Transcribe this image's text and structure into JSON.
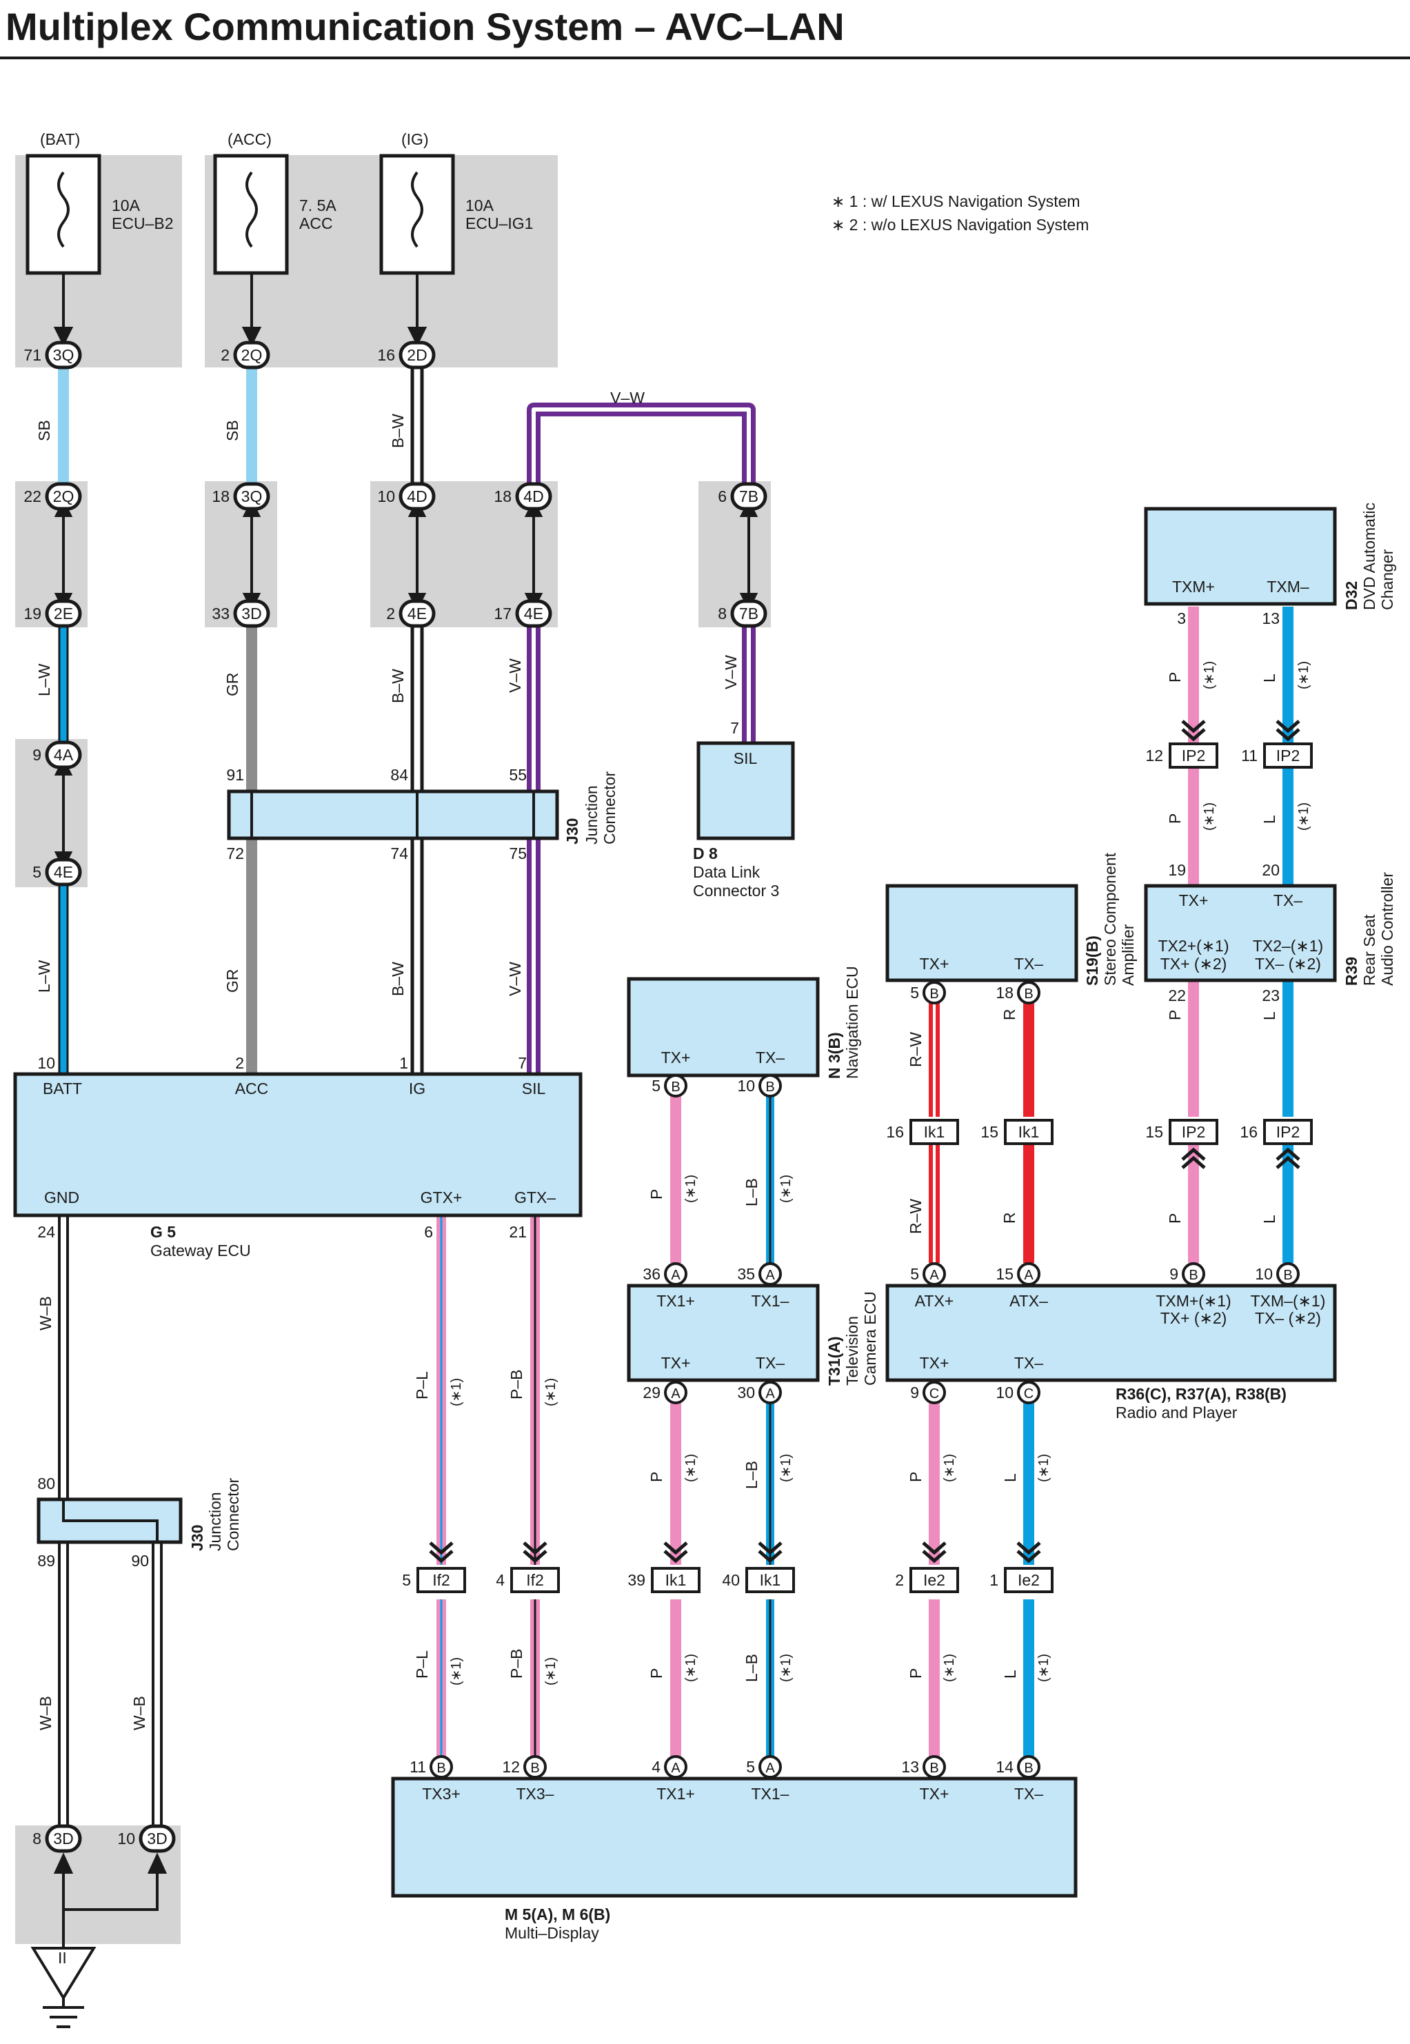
{
  "title": "Multiplex Communication System – AVC–LAN",
  "notes": [
    "∗ 1 : w/ LEXUS Navigation System",
    "∗ 2 : w/o LEXUS Navigation System"
  ],
  "colors": {
    "sb": "#8fd3f0",
    "blue": "#0aa0e0",
    "pink": "#ef8cbf",
    "red": "#e8212b",
    "violet": "#6a2c91",
    "gray": "#8c8c8c",
    "black": "#1a1a1a",
    "box": "#c5e6f6",
    "shade": "#d4d4d4"
  },
  "fuses": [
    {
      "source": "(BAT)",
      "amp": "10A",
      "name": "ECU–B2"
    },
    {
      "source": "(ACC)",
      "amp": "7. 5A",
      "name": "ACC"
    },
    {
      "source": "(IG)",
      "amp": "10A",
      "name": "ECU–IG1"
    }
  ],
  "connectors": {
    "c_3q_top": {
      "pin": "71",
      "code": "3Q"
    },
    "c_2q_top": {
      "pin": "2",
      "code": "2Q"
    },
    "c_2d": {
      "pin": "16",
      "code": "2D"
    },
    "c_2q": {
      "pin": "22",
      "code": "2Q"
    },
    "c_3q": {
      "pin": "18",
      "code": "3Q"
    },
    "c_4d_10": {
      "pin": "10",
      "code": "4D"
    },
    "c_4d_18": {
      "pin": "18",
      "code": "4D"
    },
    "c_7b_6": {
      "pin": "6",
      "code": "7B"
    },
    "c_2e": {
      "pin": "19",
      "code": "2E"
    },
    "c_3d_33": {
      "pin": "33",
      "code": "3D"
    },
    "c_4e_2": {
      "pin": "2",
      "code": "4E"
    },
    "c_4e_17": {
      "pin": "17",
      "code": "4E"
    },
    "c_7b_8": {
      "pin": "8",
      "code": "7B"
    },
    "c_4a": {
      "pin": "9",
      "code": "4A"
    },
    "c_4e_5": {
      "pin": "5",
      "code": "4E"
    },
    "c_3d_8": {
      "pin": "8",
      "code": "3D"
    },
    "c_3d_10": {
      "pin": "10",
      "code": "3D"
    },
    "ip2_12": {
      "pin": "12",
      "code": "IP2"
    },
    "ip2_11": {
      "pin": "11",
      "code": "IP2"
    },
    "ip2_15": {
      "pin": "15",
      "code": "IP2"
    },
    "ip2_16": {
      "pin": "16",
      "code": "IP2"
    },
    "ik1_16": {
      "pin": "16",
      "code": "Ik1"
    },
    "ik1_15": {
      "pin": "15",
      "code": "Ik1"
    },
    "ik1_39": {
      "pin": "39",
      "code": "Ik1"
    },
    "ik1_40": {
      "pin": "40",
      "code": "Ik1"
    },
    "if2_5": {
      "pin": "5",
      "code": "If2"
    },
    "if2_4": {
      "pin": "4",
      "code": "If2"
    },
    "ie2_2": {
      "pin": "2",
      "code": "Ie2"
    },
    "ie2_1": {
      "pin": "1",
      "code": "Ie2"
    }
  },
  "wire_labels": {
    "sb1": "SB",
    "sb2": "SB",
    "bw1": "B–W",
    "vw_top": "V–W",
    "lw1": "L–W",
    "gr1": "GR",
    "bw2": "B–W",
    "vw2": "V–W",
    "vw3": "V–W",
    "lw2": "L–W",
    "gr2": "GR",
    "bw3": "B–W",
    "vw4": "V–W",
    "wb1": "W–B",
    "wb2": "W–B",
    "wb3": "W–B",
    "pl1": "P–L",
    "pb1": "P–B",
    "pl2": "P–L",
    "pb2": "P–B",
    "p_n1": "P",
    "lb_n1": "L–B",
    "p_t1": "P",
    "lb_t1": "L–B",
    "p_t2": "P",
    "lb_t2": "L–B",
    "rw1": "R–W",
    "r1": "R",
    "rw2": "R–W",
    "r2": "R",
    "p_r1": "P",
    "l_r1": "L",
    "p_r2": "P",
    "l_r2": "L",
    "p_r3": "P",
    "l_r3": "L",
    "p_r4": "P",
    "l_r4": "L",
    "p_m1": "P",
    "l_m1": "L",
    "p_m2": "P",
    "l_m2": "L"
  },
  "star1": "(∗1)",
  "components": {
    "gateway": {
      "id": "G 5",
      "name": "Gateway ECU",
      "pins": {
        "batt": "BATT",
        "acc": "ACC",
        "ig": "IG",
        "sil": "SIL",
        "gnd": "GND",
        "gtxp": "GTX+",
        "gtxm": "GTX–"
      },
      "nums": {
        "batt": "10",
        "acc": "2",
        "ig": "1",
        "sil": "7",
        "gnd": "24",
        "gtxp": "6",
        "gtxm": "21"
      }
    },
    "j30_top": {
      "id": "J30",
      "name": "Junction",
      "name2": "Connector",
      "nums": [
        "91",
        "84",
        "55",
        "72",
        "74",
        "75"
      ]
    },
    "j30_bot": {
      "id": "J30",
      "name": "Junction",
      "name2": "Connector",
      "nums": [
        "80",
        "89",
        "90"
      ]
    },
    "dlc": {
      "id": "D 8",
      "name": "Data Link",
      "name2": "Connector 3",
      "pin": "SIL",
      "num": "7"
    },
    "dvd": {
      "id": "D32",
      "name": "DVD Automatic",
      "name2": "Changer",
      "pins": [
        "TXM+",
        "TXM–"
      ],
      "nums": [
        "3",
        "13"
      ]
    },
    "rear": {
      "id": "R39",
      "name": "Rear Seat",
      "name2": "Audio Controller",
      "top": [
        "TX+",
        "TX–"
      ],
      "nums_top": [
        "19",
        "20"
      ],
      "p1a": "TX2+(∗1)",
      "p1b": "TX+ (∗2)",
      "p2a": "TX2–(∗1)",
      "p2b": "TX– (∗2)",
      "nums_bot": [
        "22",
        "23"
      ]
    },
    "amp": {
      "id": "S19(B)",
      "name": "Stereo Component",
      "name2": "Amplifier",
      "pins": [
        "TX+",
        "TX–"
      ],
      "nums": [
        "5",
        "18"
      ],
      "letter": "B"
    },
    "nav": {
      "id": "N 3(B)",
      "name": "Navigation ECU",
      "pins": [
        "TX+",
        "TX–"
      ],
      "nums": [
        "5",
        "10"
      ],
      "letter": "B"
    },
    "tv": {
      "id": "T31(A)",
      "name": "Television",
      "name2": "Camera ECU",
      "top": [
        "TX1+",
        "TX1–"
      ],
      "bot": [
        "TX+",
        "TX–"
      ],
      "nums_top": [
        "36",
        "35"
      ],
      "nums_bot": [
        "29",
        "30"
      ],
      "letter": "A"
    },
    "radio": {
      "id": "R36(C), R37(A), R38(B)",
      "name": "Radio and Player",
      "top1": [
        "ATX+",
        "ATX–"
      ],
      "t3a": "TXM+(∗1)",
      "t3b": "TX+ (∗2)",
      "t4a": "TXM–(∗1)",
      "t4b": "TX– (∗2)",
      "bot": [
        "TX+",
        "TX–"
      ],
      "nums_top": [
        "5",
        "15",
        "9",
        "10"
      ],
      "letters_top": [
        "A",
        "A",
        "B",
        "B"
      ],
      "nums_bot": [
        "9",
        "10"
      ],
      "letter_bot": "C"
    },
    "md": {
      "id": "M 5(A), M 6(B)",
      "name": "Multi–Display",
      "pins": [
        "TX3+",
        "TX3–",
        "TX1+",
        "TX1–",
        "TX+",
        "TX–"
      ],
      "nums": [
        "11",
        "12",
        "4",
        "5",
        "13",
        "14"
      ],
      "letters": [
        "B",
        "B",
        "A",
        "A",
        "B",
        "B"
      ]
    }
  }
}
